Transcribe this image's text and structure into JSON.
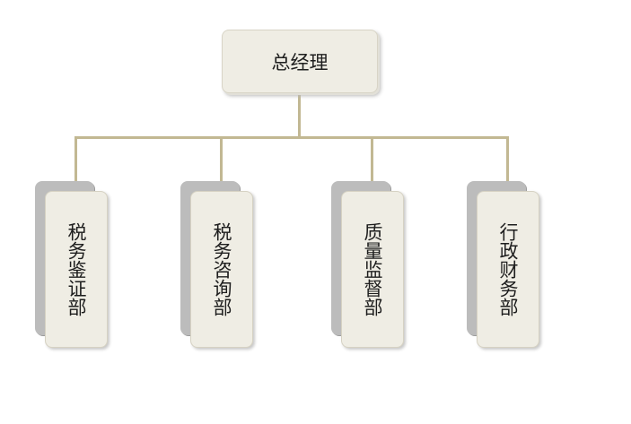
{
  "org_chart": {
    "root": {
      "label": "总经理"
    },
    "departments": [
      {
        "label": "税务鉴证部"
      },
      {
        "label": "税务咨询部"
      },
      {
        "label": "质量监督部"
      },
      {
        "label": "行政财务部"
      }
    ],
    "line_color": "#c2b893",
    "box_color": "#efede4"
  }
}
